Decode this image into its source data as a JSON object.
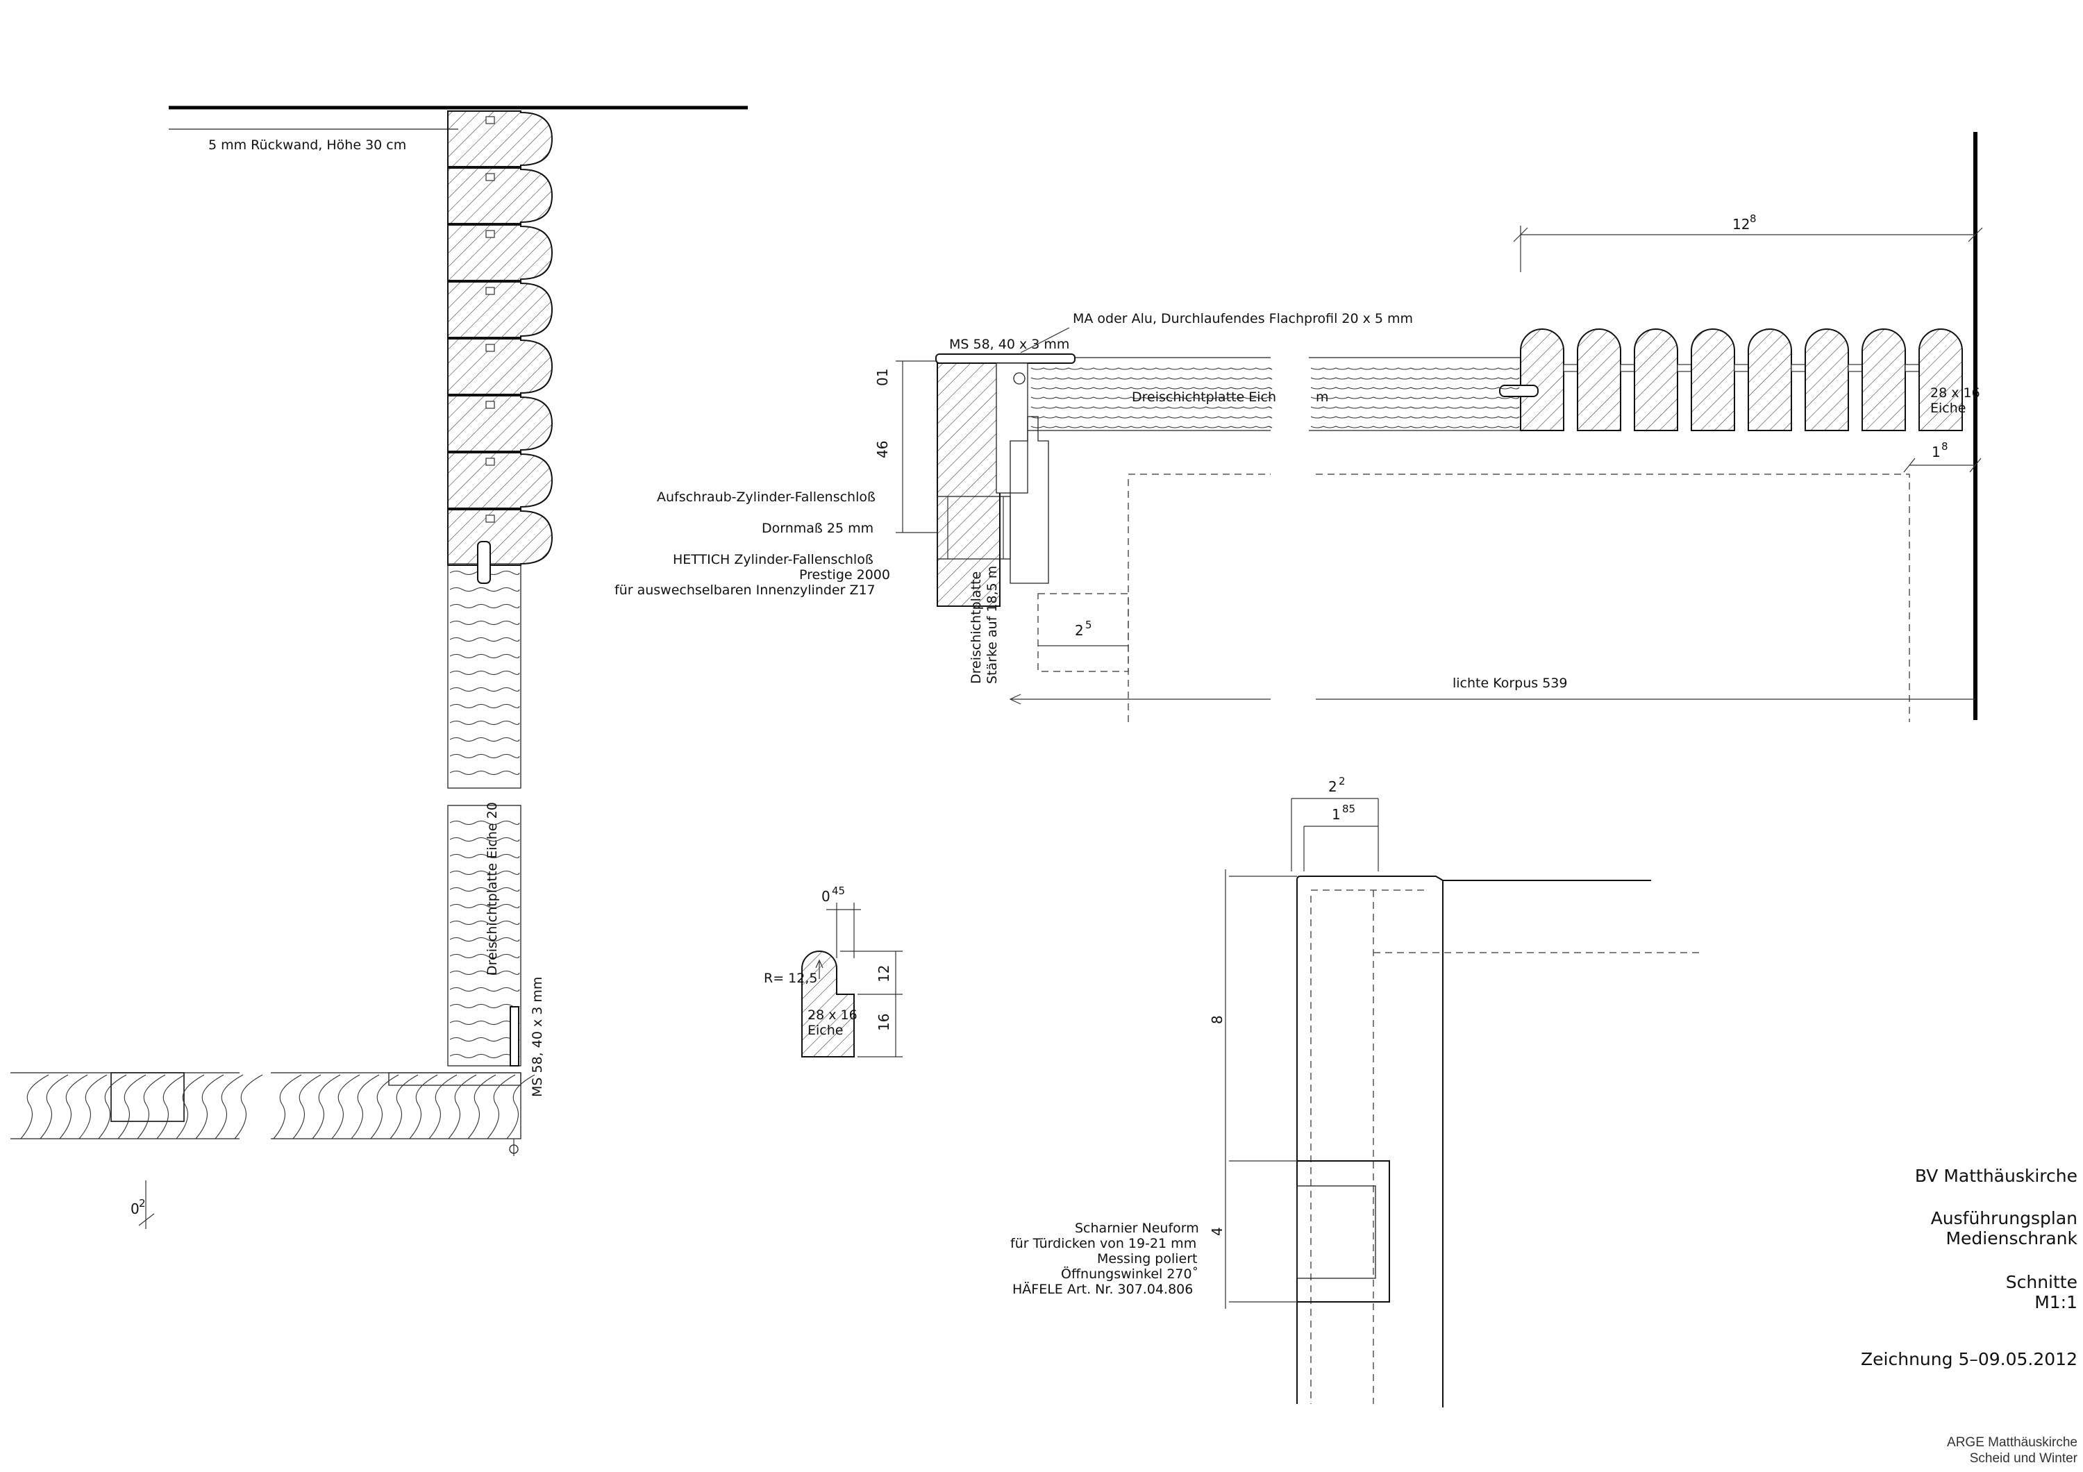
{
  "left_section": {
    "rear_wall_note": "5 mm Rückwand, Höhe 30 cm",
    "panel_vertical_label": "Dreischichtplatte Eiche 20",
    "brass_profile_vertical_label": "MS 58, 40 x 3 mm",
    "gap_dim": "0",
    "gap_dim_sup": "2"
  },
  "top_section": {
    "flat_profile_note": "MA oder Alu, Durchlaufendes Flachprofil 20 x 5 mm",
    "brass_profile_note": "MS 58, 40 x 3 mm",
    "panel_label": "Dreischichtplatte Eich",
    "panel_label_tail": "m",
    "oak_size_label": "28 x 16",
    "oak_label": "Eiche",
    "lock_label_1": "Aufschraub-Zylinder-Fallenschloß",
    "lock_label_2": "Dornmaß 25 mm",
    "lock_label_3": "HETTICH Zylinder-Fallenschloß",
    "lock_label_4": "Prestige 2000",
    "lock_label_5": "für auswechselbaren Innenzylinder Z17",
    "door_vertical_label_1": "Dreischichtplatte",
    "door_vertical_label_2": "Stärke auf 18,5 m",
    "dim_top": "12",
    "dim_top_sup": "8",
    "dim_right": "1",
    "dim_right_sup": "8",
    "dim_01": "01",
    "dim_46": "46",
    "dim_25": "2",
    "dim_25_sup": "5",
    "clear_width_label": "lichte Korpus 539"
  },
  "profile_detail": {
    "dim_top": "0",
    "dim_top_sup": "45",
    "radius_label": "R= 12,5",
    "size_label": "28 x 16",
    "material_label": "Eiche",
    "dim_12": "12",
    "dim_16": "16"
  },
  "hinge_section": {
    "dim_22": "2",
    "dim_22_sup": "2",
    "dim_185": "1",
    "dim_185_sup": "85",
    "dim_8": "8",
    "dim_4": "4",
    "hinge_label_1": "Scharnier Neuform",
    "hinge_label_2": "für Türdicken von 19-21 mm",
    "hinge_label_3": "Messing poliert",
    "hinge_label_4": "Öffnungswinkel 270˚",
    "hinge_label_5": "HÄFELE  Art. Nr. 307.04.806"
  },
  "title_block": {
    "project": "BV Matthäuskirche",
    "plan_type": "Ausführungsplan",
    "object": "Medienschrank",
    "view": "Schnitte",
    "scale": "M1:1",
    "drawing_no": "Zeichnung 5–09.05.2012",
    "office_1": "ARGE Matthäuskirche",
    "office_2": "Scheid und Winter"
  }
}
